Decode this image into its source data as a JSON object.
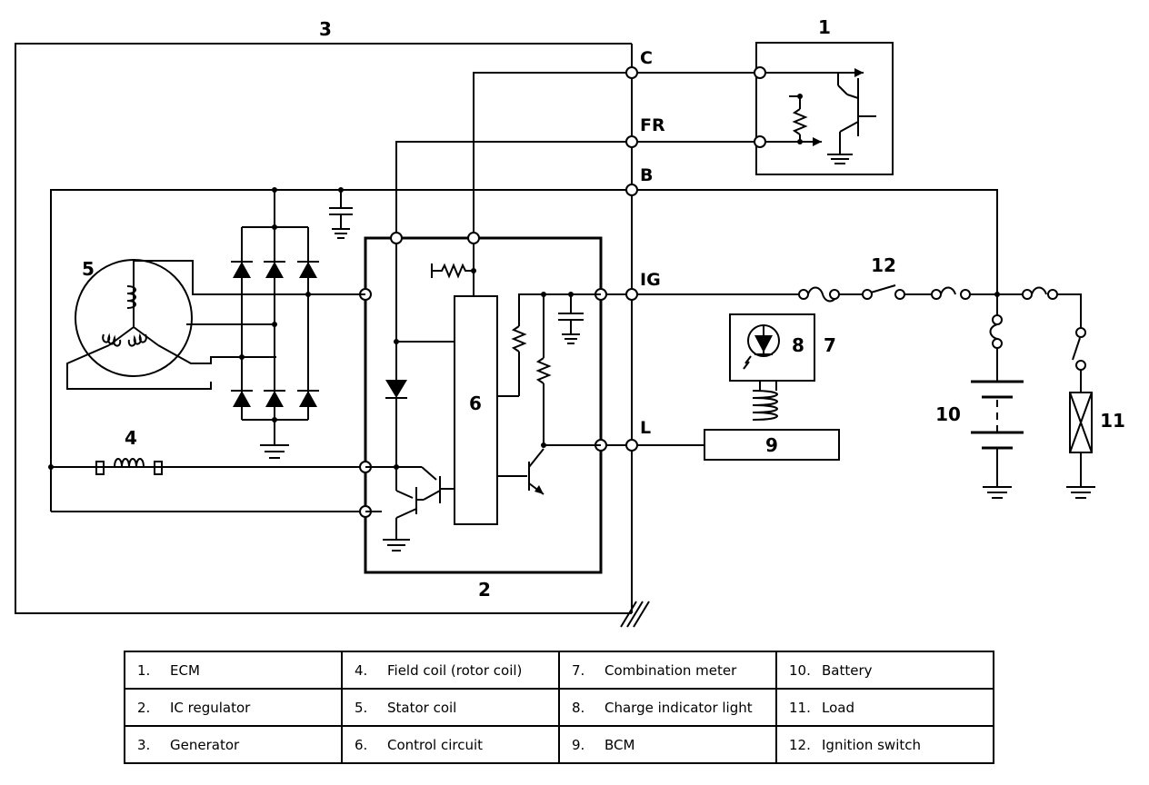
{
  "diagram": {
    "component_numbers": {
      "ecm": "1",
      "ic_regulator": "2",
      "generator": "3",
      "field_coil": "4",
      "stator_coil": "5",
      "control_circuit": "6",
      "combination_meter": "7",
      "charge_indicator_light": "8",
      "bcm": "9",
      "battery": "10",
      "load": "11",
      "ignition_switch": "12"
    },
    "terminals": {
      "c": "C",
      "fr": "FR",
      "b": "B",
      "ig": "IG",
      "l": "L"
    }
  },
  "legend": {
    "rows": [
      [
        {
          "num": "1.",
          "text": "ECM"
        },
        {
          "num": "4.",
          "text": "Field coil (rotor coil)"
        },
        {
          "num": "7.",
          "text": "Combination meter"
        },
        {
          "num": "10.",
          "text": "Battery"
        }
      ],
      [
        {
          "num": "2.",
          "text": "IC regulator"
        },
        {
          "num": "5.",
          "text": "Stator coil"
        },
        {
          "num": "8.",
          "text": "Charge indicator light"
        },
        {
          "num": "11.",
          "text": "Load"
        }
      ],
      [
        {
          "num": "3.",
          "text": "Generator"
        },
        {
          "num": "6.",
          "text": "Control circuit"
        },
        {
          "num": "9.",
          "text": "BCM"
        },
        {
          "num": "12.",
          "text": "Ignition switch"
        }
      ]
    ]
  }
}
